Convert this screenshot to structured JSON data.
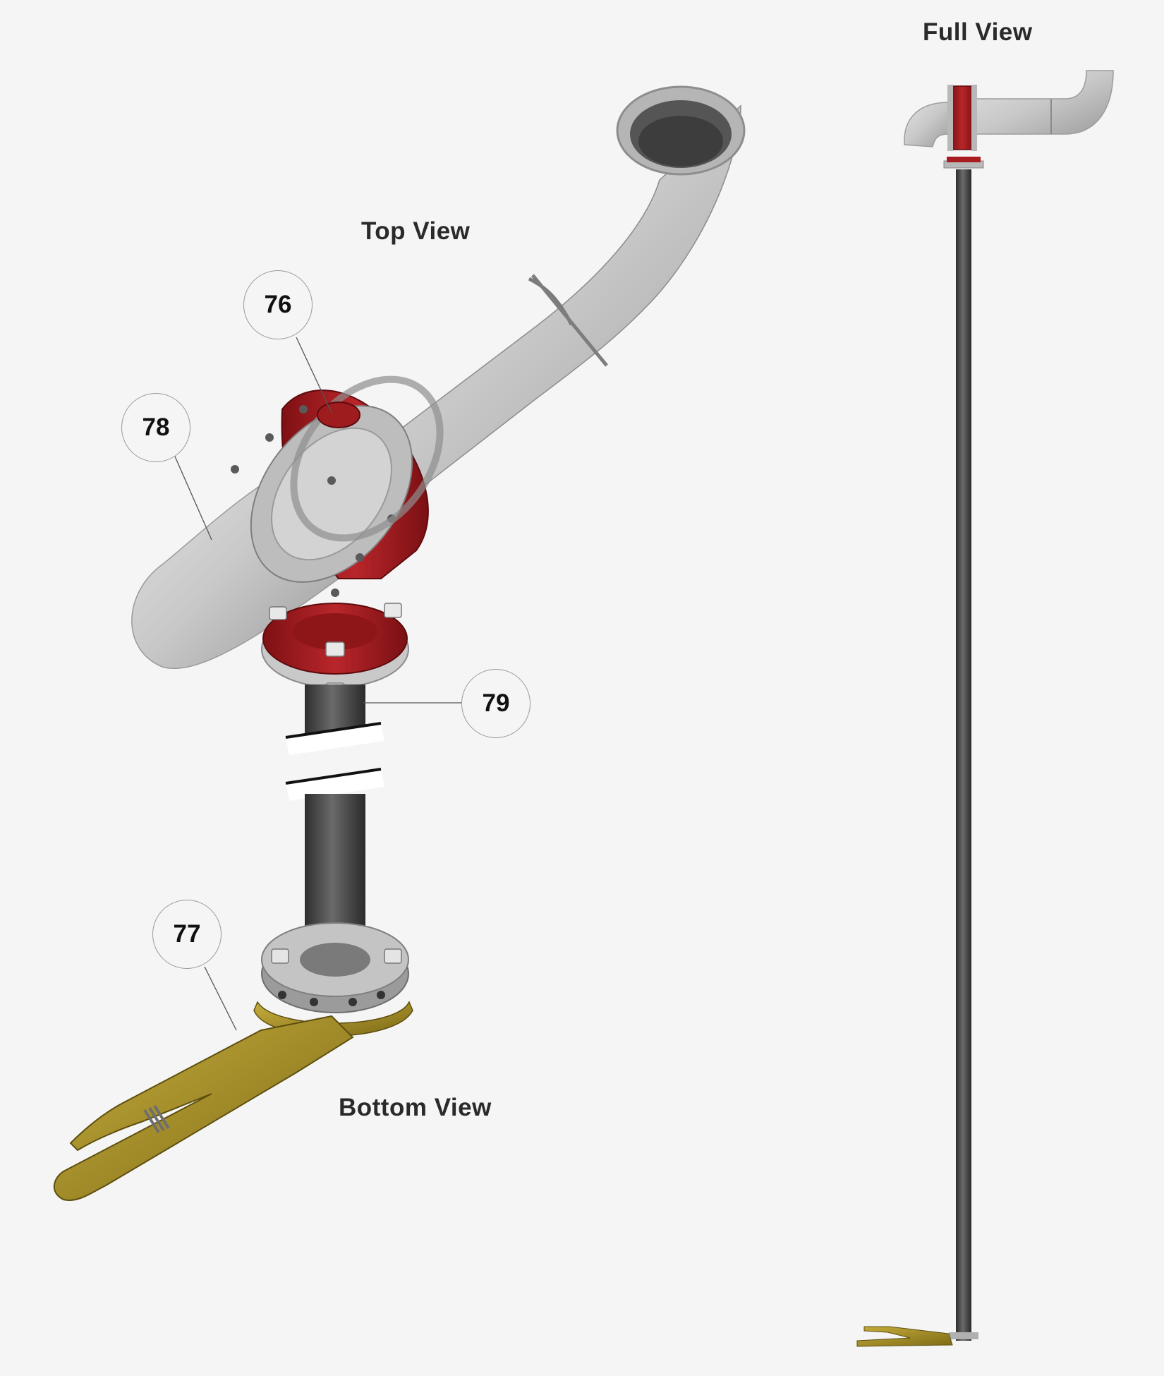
{
  "labels": {
    "top_view": "Top View",
    "bottom_view": "Bottom View",
    "full_view": "Full View"
  },
  "callouts": [
    "76",
    "78",
    "79",
    "77"
  ],
  "colors": {
    "background": "#f6f5f6",
    "pipe_gray": "#c9c9c9",
    "flange_red": "#a81c1f",
    "shaft_dark": "#4a4a4a",
    "clamp_gold": "#a08a26",
    "leader_line": "#555555"
  }
}
